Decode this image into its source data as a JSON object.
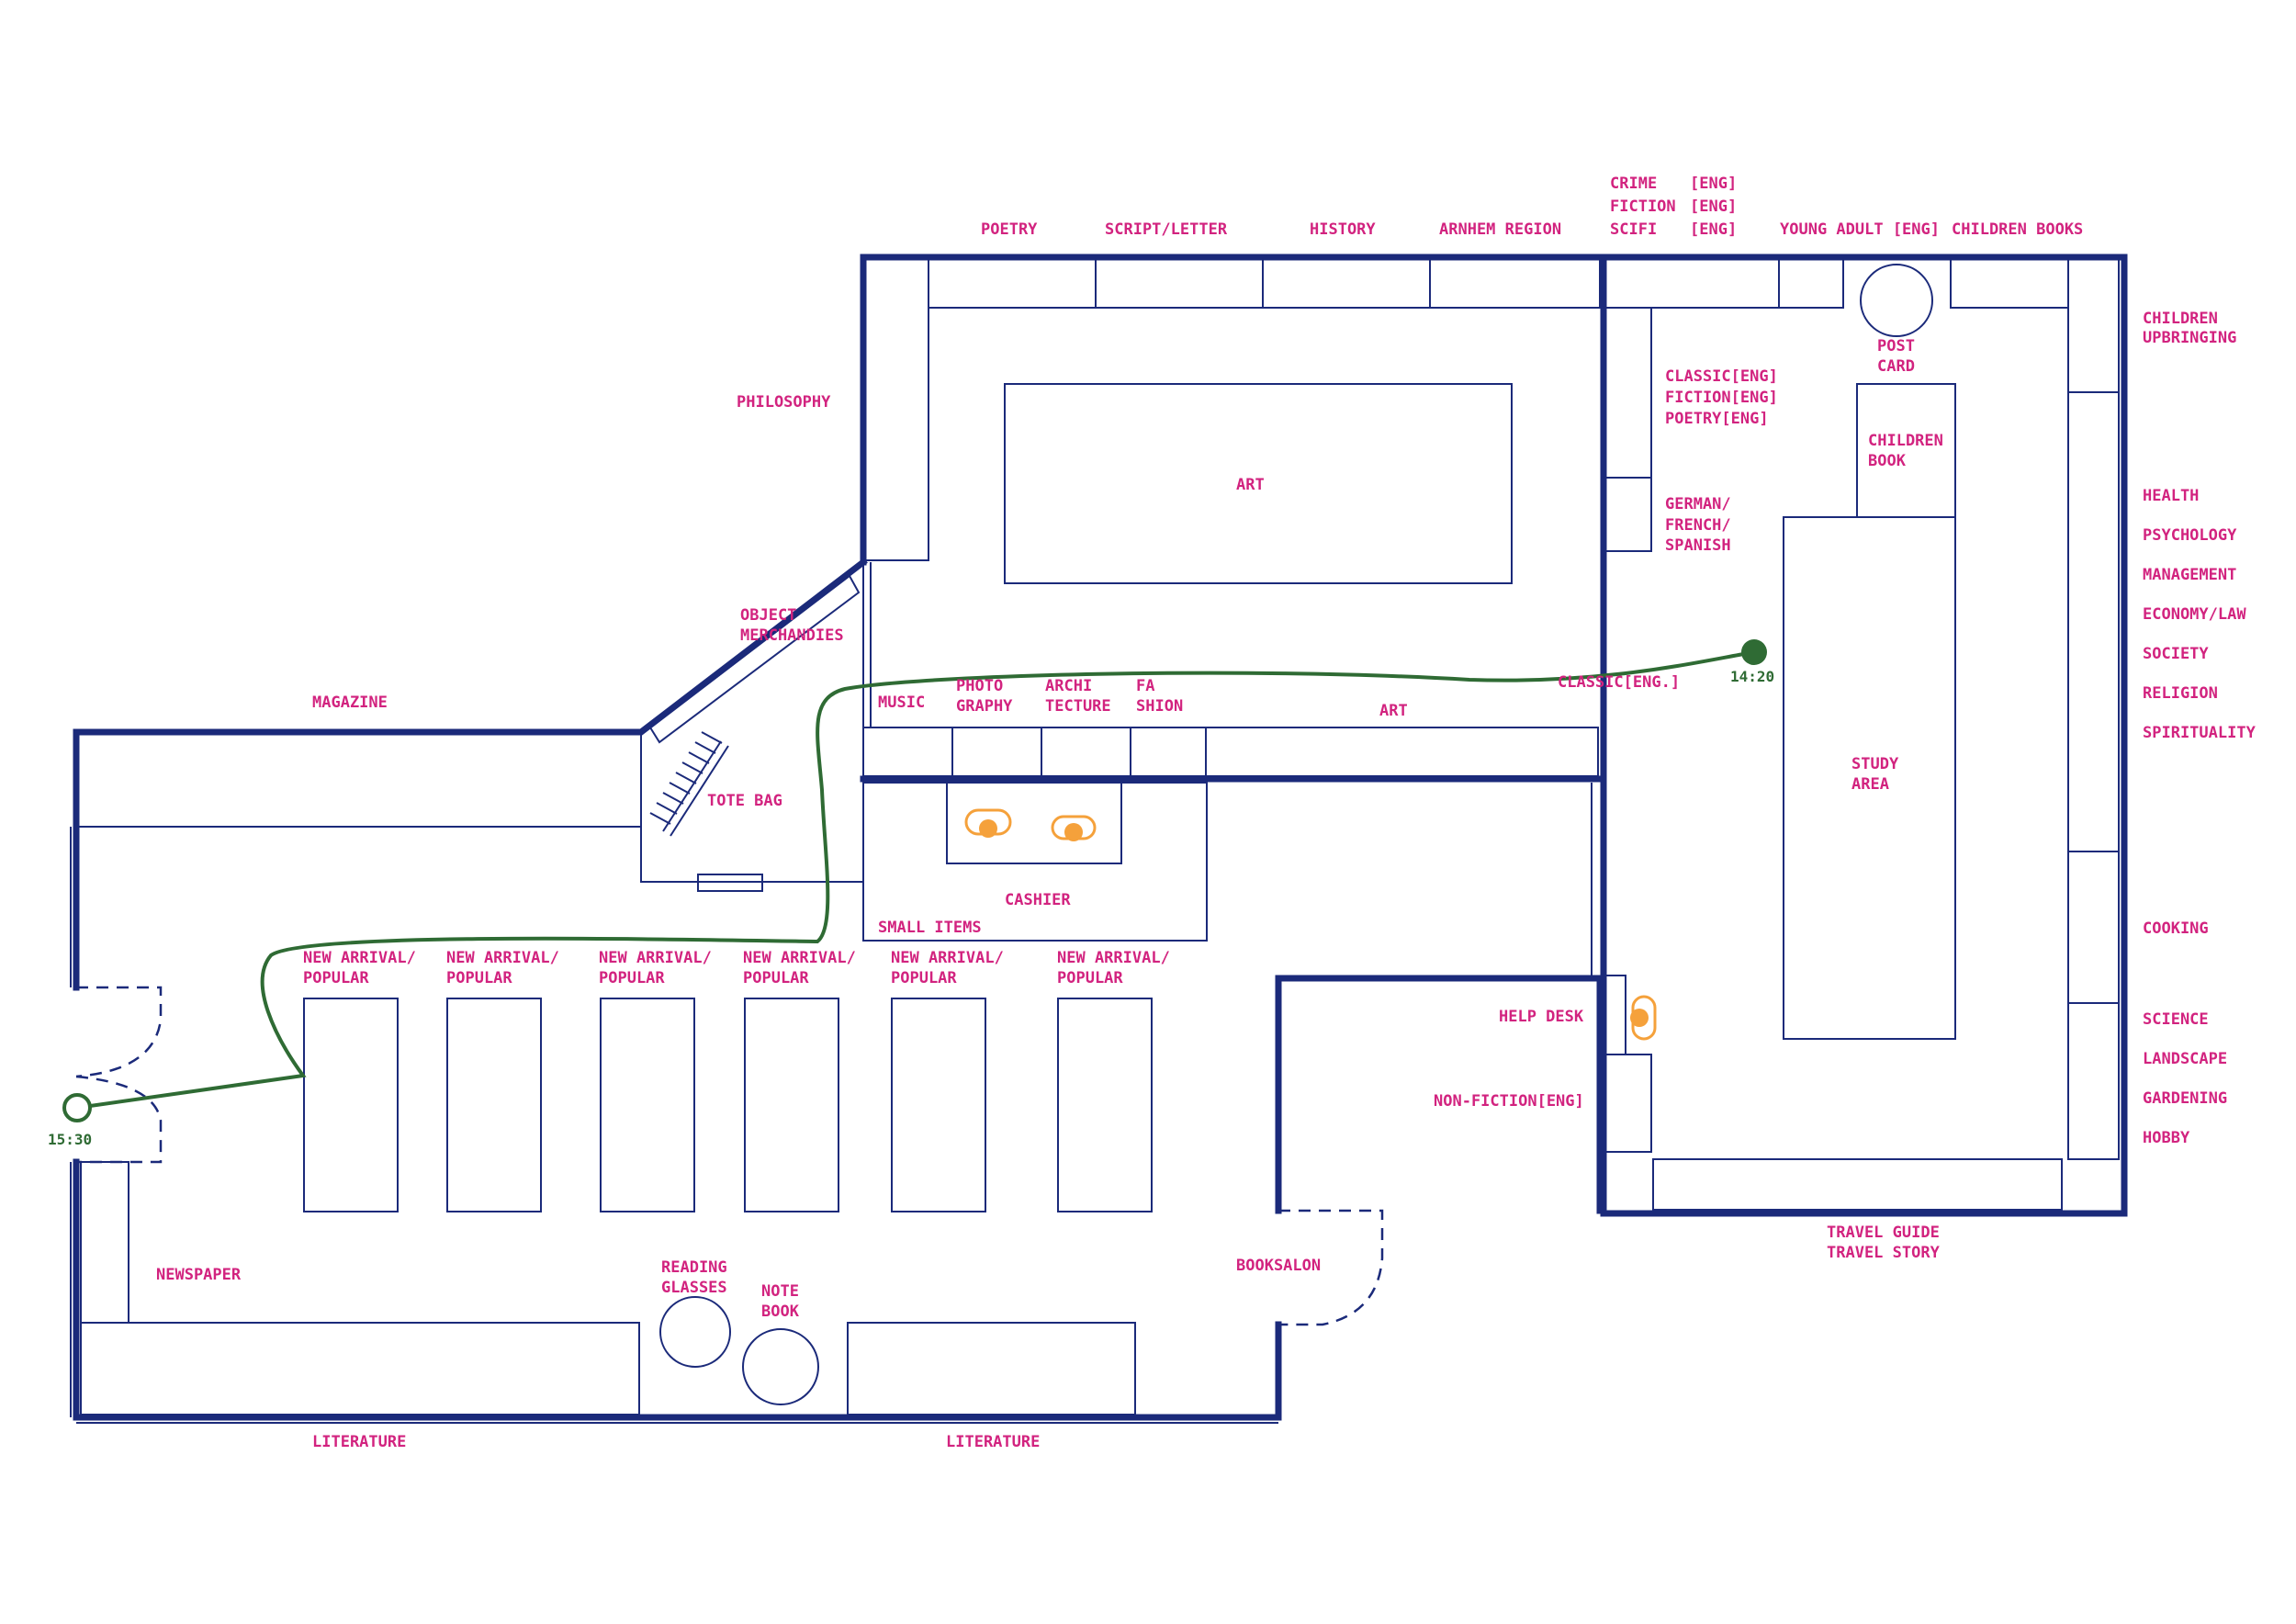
{
  "colors": {
    "wall": "#1b2a7a",
    "label": "#d2237f",
    "route": "#2f6b34",
    "seat": "#f5a13b"
  },
  "route": {
    "start_time": "15:30",
    "end_time": "14:20"
  },
  "labels": {
    "poetry": "POETRY",
    "script_letter": "SCRIPT/LETTER",
    "history": "HISTORY",
    "arnhem_region": "ARNHEM REGION",
    "crime": "CRIME",
    "crime_tag": "[ENG]",
    "fiction": "FICTION",
    "fiction_tag": "[ENG]",
    "scifi": "SCIFI",
    "scifi_tag": "[ENG]",
    "young_adult": "YOUNG ADULT [ENG]",
    "children_books": "CHILDREN BOOKS",
    "children_upbringing_1": "CHILDREN",
    "children_upbringing_2": "UPBRINGING",
    "philosophy": "PHILOSOPHY",
    "art_table": "ART",
    "classic_eng": "CLASSIC[ENG]",
    "fiction_eng": "FICTION[ENG]",
    "poetry_eng": "POETRY[ENG]",
    "german_1": "GERMAN/",
    "german_2": "FRENCH/",
    "german_3": "SPANISH",
    "post_card_1": "POST",
    "post_card_2": "CARD",
    "children_book_1": "CHILDREN",
    "children_book_2": "BOOK",
    "health": "HEALTH",
    "psychology": "PSYCHOLOGY",
    "management": "MANAGEMENT",
    "economy_law": "ECONOMY/LAW",
    "society": "SOCIETY",
    "religion": "RELIGION",
    "spirituality": "SPIRITUALITY",
    "object_1": "OBJECT",
    "object_2": "MERCHANDIES",
    "magazine": "MAGAZINE",
    "music": "MUSIC",
    "photography_1": "PHOTO",
    "photography_2": "GRAPHY",
    "architecture_1": "ARCHI",
    "architecture_2": "TECTURE",
    "fashion_1": "FA",
    "fashion_2": "SHION",
    "art_shelf": "ART",
    "classic_eng_shelf": "CLASSIC[ENG.]",
    "tote_bag": "TOTE BAG",
    "study_area_1": "STUDY",
    "study_area_2": "AREA",
    "cashier": "CASHIER",
    "small_items": "SMALL ITEMS",
    "new_arrival_1": "NEW ARRIVAL/",
    "new_arrival_2": "POPULAR",
    "cooking": "COOKING",
    "help_desk": "HELP DESK",
    "science": "SCIENCE",
    "landscape": "LANDSCAPE",
    "gardening": "GARDENING",
    "hobby": "HOBBY",
    "non_fiction_eng": "NON-FICTION[ENG]",
    "travel_guide": "TRAVEL GUIDE",
    "travel_story": "TRAVEL STORY",
    "newspaper": "NEWSPAPER",
    "reading_glasses_1": "READING",
    "reading_glasses_2": "GLASSES",
    "note_book_1": "NOTE",
    "note_book_2": "BOOK",
    "booksalon": "BOOKSALON",
    "literature_left": "LITERATURE",
    "literature_right": "LITERATURE"
  }
}
